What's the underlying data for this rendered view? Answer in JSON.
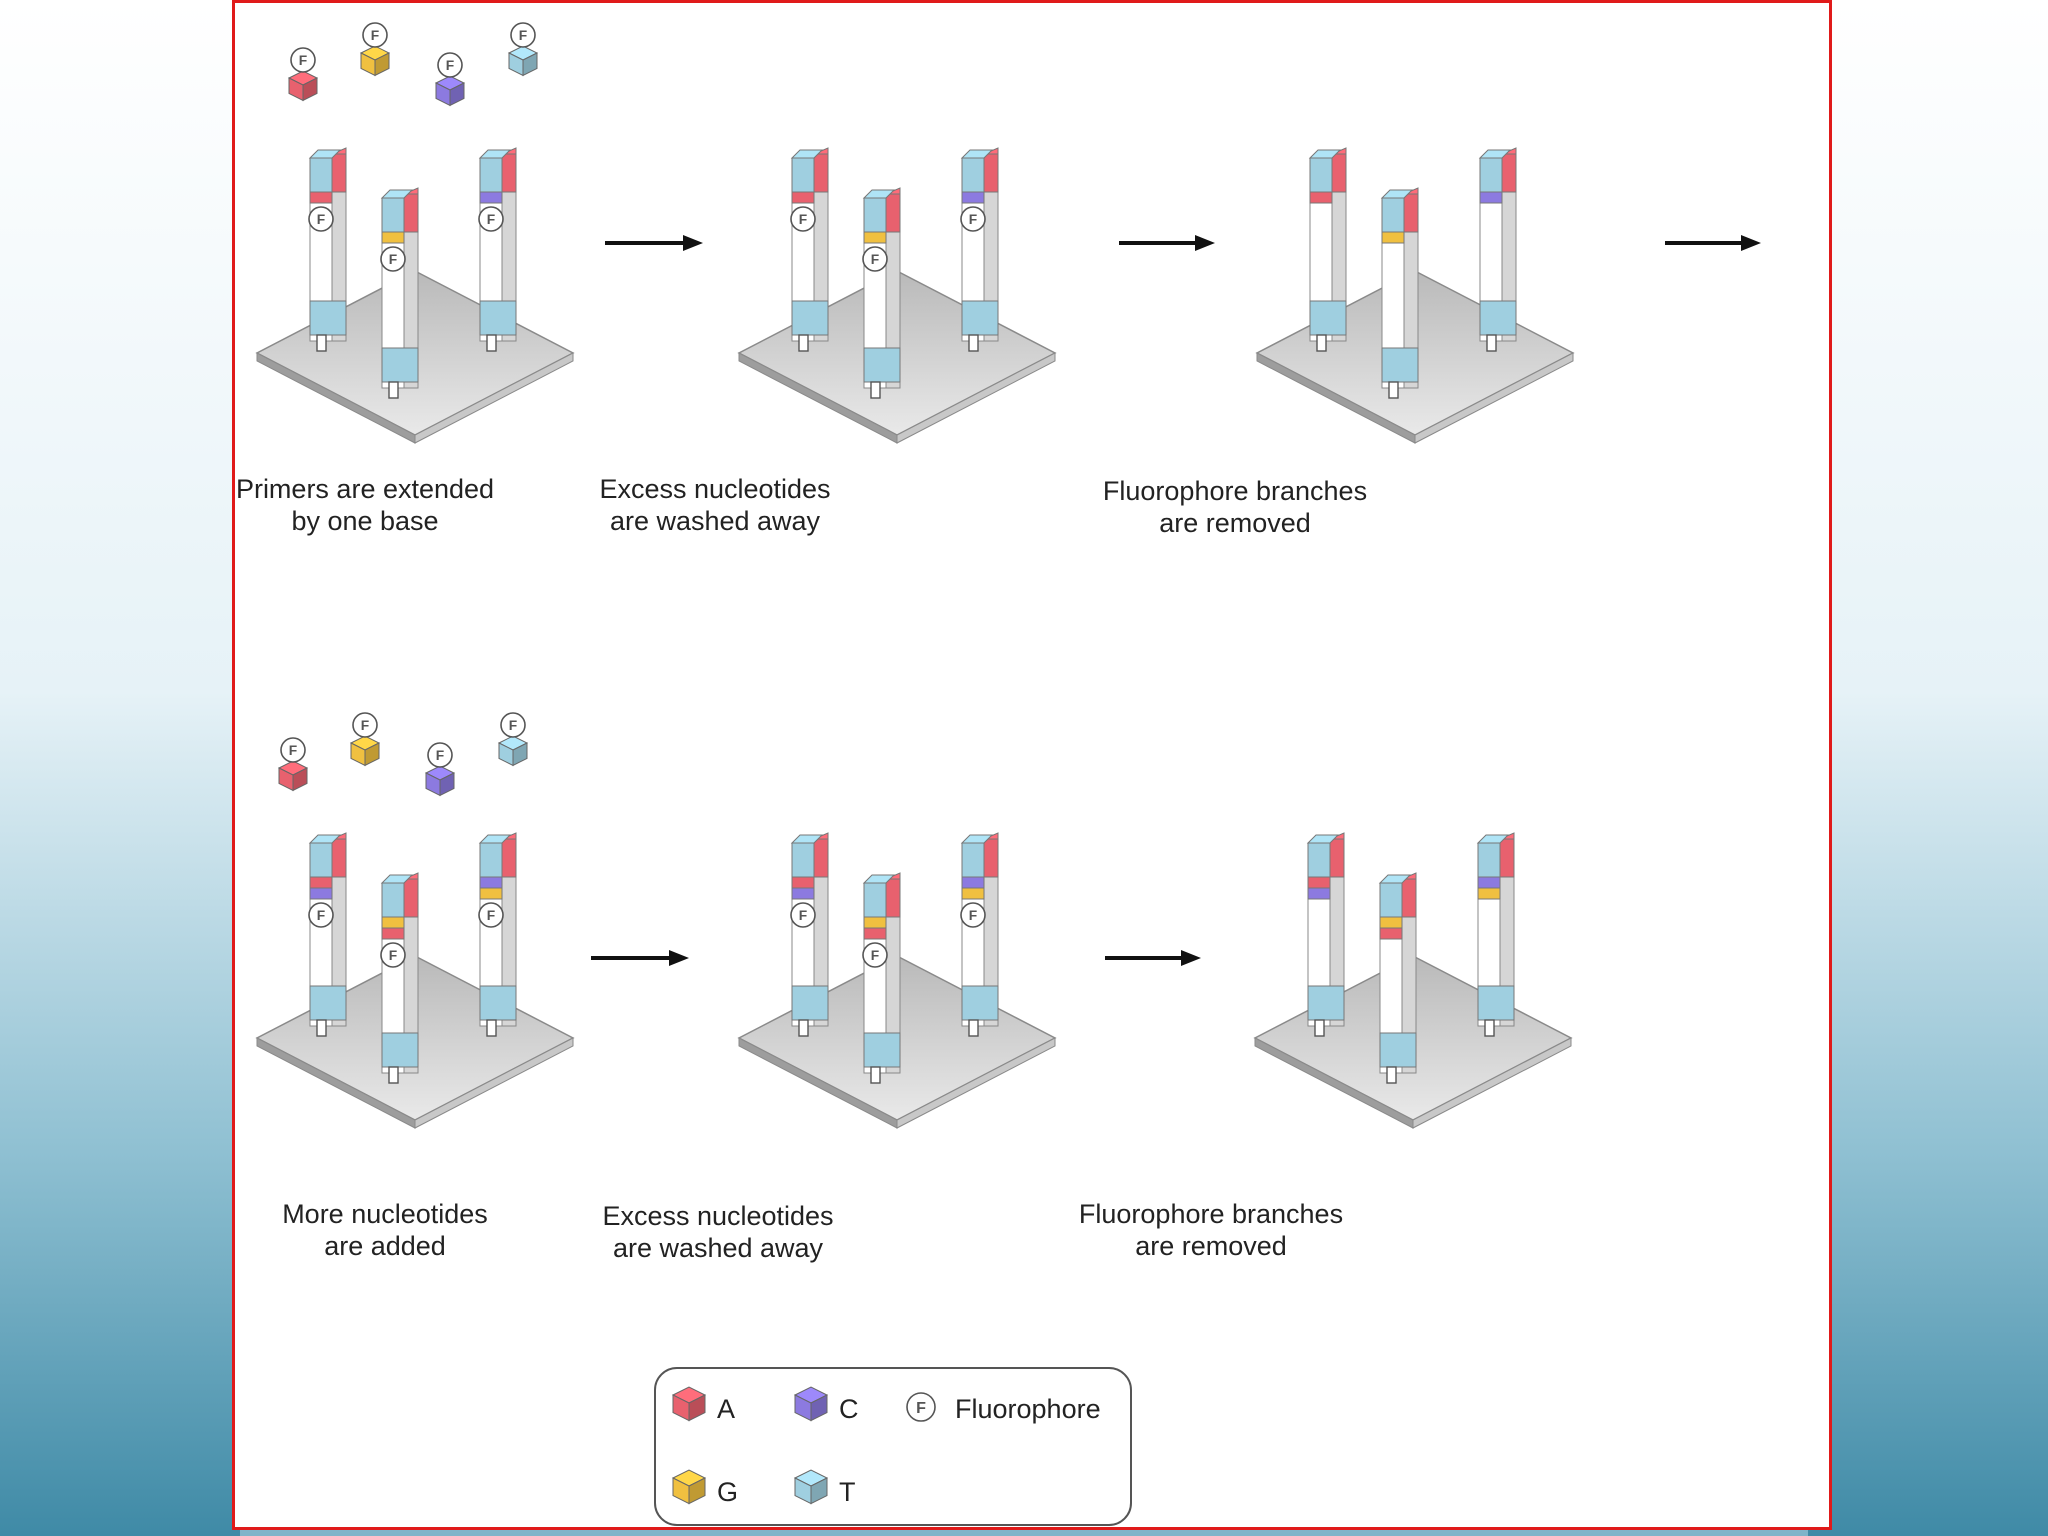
{
  "steps": {
    "top": [
      {
        "line1": "Primers are extended",
        "line2": "by one base"
      },
      {
        "line1": "Excess nucleotides",
        "line2": "are washed away"
      },
      {
        "line1": "Fluorophore branches",
        "line2": "are removed"
      }
    ],
    "bottom": [
      {
        "line1": "More nucleotides",
        "line2": "are added"
      },
      {
        "line1": "Excess nucleotides",
        "line2": "are washed away"
      },
      {
        "line1": "Fluorophore branches",
        "line2": "are removed"
      }
    ]
  },
  "fluorophore_letter": "F",
  "legend": {
    "items": [
      {
        "label": "A",
        "color": "#e8616e"
      },
      {
        "label": "C",
        "color": "#8c7ae0"
      },
      {
        "label": "Fluorophore",
        "color": "#ffffff"
      },
      {
        "label": "G",
        "color": "#f0c040"
      },
      {
        "label": "T",
        "color": "#9fcfe0"
      }
    ]
  },
  "colors": {
    "A": "#e8616e",
    "C": "#8c7ae0",
    "G": "#f0c040",
    "T": "#9fcfe0",
    "slide_border": "#e01a1a"
  }
}
